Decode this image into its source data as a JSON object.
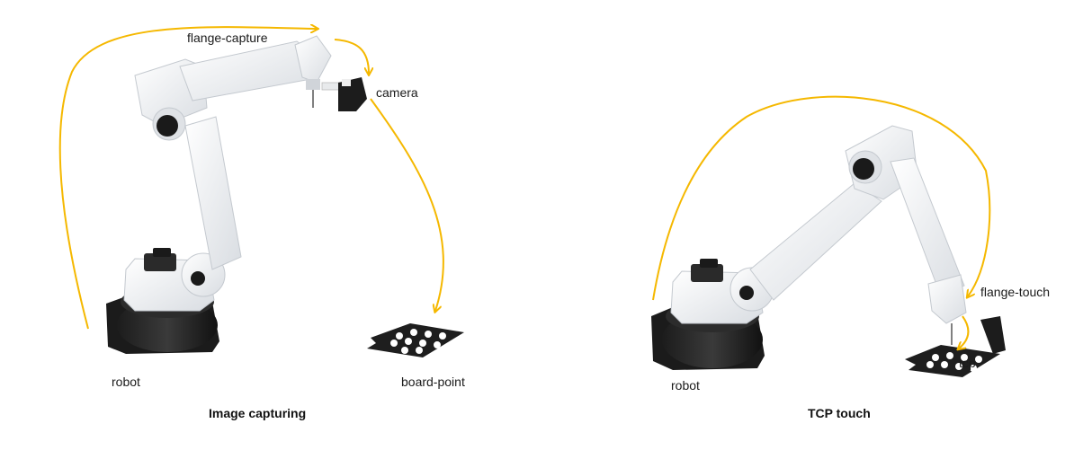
{
  "diagram": {
    "arrow_color": "#F5B800",
    "panels": [
      {
        "caption": "Image capturing",
        "labels": {
          "flange": "flange-capture",
          "camera": "camera",
          "robot": "robot",
          "board": "board-point"
        }
      },
      {
        "caption": "TCP touch",
        "labels": {
          "flange": "flange-touch",
          "tcp": "tcp",
          "robot": "robot"
        }
      }
    ]
  }
}
